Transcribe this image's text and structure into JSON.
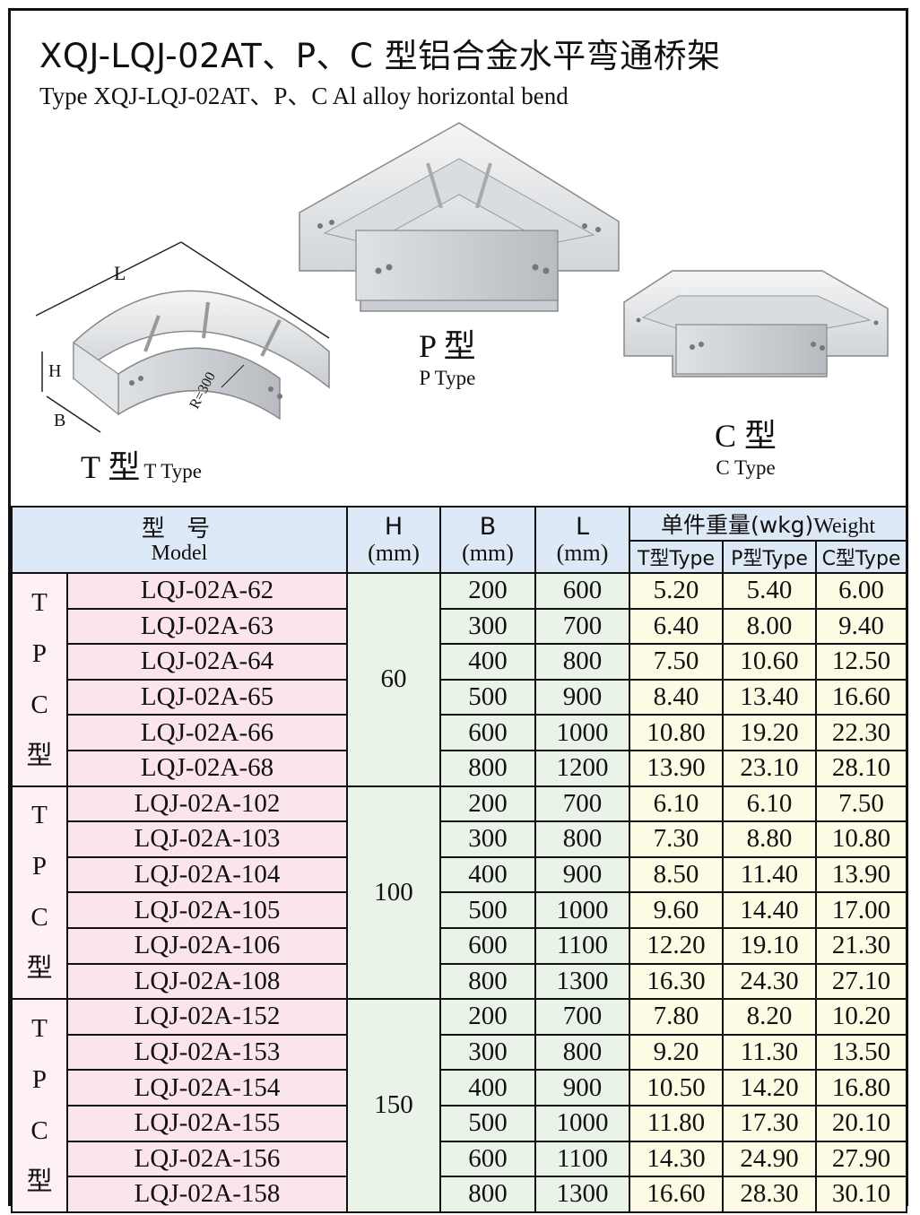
{
  "header": {
    "title_cn": "XQJ-LQJ-02AT、P、C 型铝合金水平弯通桥架",
    "title_en": "Type XQJ-LQJ-02AT、P、C Al alloy horizontal bend"
  },
  "illustrations": {
    "t_type": {
      "cn": "T 型",
      "en": "T Type",
      "dim_l": "L",
      "dim_h": "H",
      "dim_b": "B",
      "dim_r": "R=300"
    },
    "p_type": {
      "cn": "P 型",
      "en": "P Type"
    },
    "c_type": {
      "cn": "C 型",
      "en": "C Type"
    }
  },
  "table": {
    "headers": {
      "model_cn": "型 号",
      "model_en": "Model",
      "h": "H",
      "b": "B",
      "l": "L",
      "unit": "(mm)",
      "weight_cn": "单件重量(wkg)",
      "weight_en": "Weight",
      "t_type": "T型Type",
      "p_type": "P型Type",
      "c_type": "C型Type"
    },
    "groups": [
      {
        "label": [
          "T",
          "P",
          "C",
          "型"
        ],
        "h": "60",
        "rows": [
          {
            "model": "LQJ-02A-62",
            "b": "200",
            "l": "600",
            "t": "5.20",
            "p": "5.40",
            "c": "6.00"
          },
          {
            "model": "LQJ-02A-63",
            "b": "300",
            "l": "700",
            "t": "6.40",
            "p": "8.00",
            "c": "9.40"
          },
          {
            "model": "LQJ-02A-64",
            "b": "400",
            "l": "800",
            "t": "7.50",
            "p": "10.60",
            "c": "12.50"
          },
          {
            "model": "LQJ-02A-65",
            "b": "500",
            "l": "900",
            "t": "8.40",
            "p": "13.40",
            "c": "16.60"
          },
          {
            "model": "LQJ-02A-66",
            "b": "600",
            "l": "1000",
            "t": "10.80",
            "p": "19.20",
            "c": "22.30"
          },
          {
            "model": "LQJ-02A-68",
            "b": "800",
            "l": "1200",
            "t": "13.90",
            "p": "23.10",
            "c": "28.10"
          }
        ]
      },
      {
        "label": [
          "T",
          "P",
          "C",
          "型"
        ],
        "h": "100",
        "rows": [
          {
            "model": "LQJ-02A-102",
            "b": "200",
            "l": "700",
            "t": "6.10",
            "p": "6.10",
            "c": "7.50"
          },
          {
            "model": "LQJ-02A-103",
            "b": "300",
            "l": "800",
            "t": "7.30",
            "p": "8.80",
            "c": "10.80"
          },
          {
            "model": "LQJ-02A-104",
            "b": "400",
            "l": "900",
            "t": "8.50",
            "p": "11.40",
            "c": "13.90"
          },
          {
            "model": "LQJ-02A-105",
            "b": "500",
            "l": "1000",
            "t": "9.60",
            "p": "14.40",
            "c": "17.00"
          },
          {
            "model": "LQJ-02A-106",
            "b": "600",
            "l": "1100",
            "t": "12.20",
            "p": "19.10",
            "c": "21.30"
          },
          {
            "model": "LQJ-02A-108",
            "b": "800",
            "l": "1300",
            "t": "16.30",
            "p": "24.30",
            "c": "27.10"
          }
        ]
      },
      {
        "label": [
          "T",
          "P",
          "C",
          "型"
        ],
        "h": "150",
        "rows": [
          {
            "model": "LQJ-02A-152",
            "b": "200",
            "l": "700",
            "t": "7.80",
            "p": "8.20",
            "c": "10.20"
          },
          {
            "model": "LQJ-02A-153",
            "b": "300",
            "l": "800",
            "t": "9.20",
            "p": "11.30",
            "c": "13.50"
          },
          {
            "model": "LQJ-02A-154",
            "b": "400",
            "l": "900",
            "t": "10.50",
            "p": "14.20",
            "c": "16.80"
          },
          {
            "model": "LQJ-02A-155",
            "b": "500",
            "l": "1000",
            "t": "11.80",
            "p": "17.30",
            "c": "20.10"
          },
          {
            "model": "LQJ-02A-156",
            "b": "600",
            "l": "1100",
            "t": "14.30",
            "p": "24.90",
            "c": "27.90"
          },
          {
            "model": "LQJ-02A-158",
            "b": "800",
            "l": "1300",
            "t": "16.60",
            "p": "28.30",
            "c": "30.10"
          }
        ]
      }
    ]
  }
}
